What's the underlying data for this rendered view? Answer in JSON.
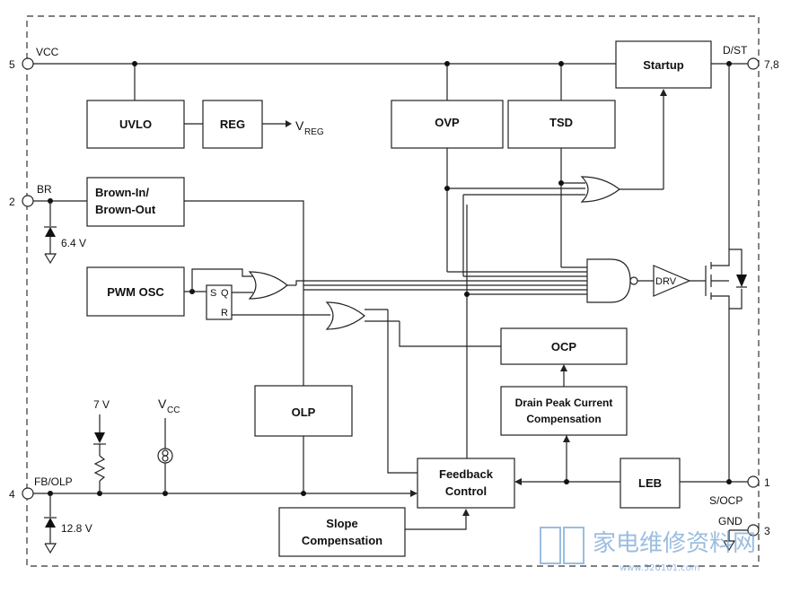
{
  "blocks": {
    "uvlo": "UVLO",
    "reg": "REG",
    "vreg_main": "V",
    "vreg_sub": "REG",
    "ovp": "OVP",
    "tsd": "TSD",
    "startup": "Startup",
    "brown_line1": "Brown-In/",
    "brown_line2": "Brown-Out",
    "pwm_osc": "PWM OSC",
    "latch_s": "S",
    "latch_q": "Q",
    "latch_r": "R",
    "drv": "DRV",
    "ocp": "OCP",
    "dpc_line1": "Drain Peak Current",
    "dpc_line2": "Compensation",
    "olp": "OLP",
    "fb_line1": "Feedback",
    "fb_line2": "Control",
    "leb": "LEB",
    "slope_line1": "Slope",
    "slope_line2": "Compensation"
  },
  "pins": {
    "p5_num": "5",
    "p5_name": "VCC",
    "p2_num": "2",
    "p2_name": "BR",
    "p4_num": "4",
    "p4_name": "FB/OLP",
    "p78_num": "7,8",
    "p78_name": "D/ST",
    "p1_num": "1",
    "p1_name": "S/OCP",
    "p3_num": "3",
    "p3_name": "GND"
  },
  "labels": {
    "zener_br": "6.4 V",
    "zener_fb": "12.8 V",
    "zener_7v": "7 V",
    "vcc_main": "V",
    "vcc_sub": "CC"
  },
  "watermark": {
    "text": "家电维修资料网",
    "url": "www.520101.com"
  }
}
